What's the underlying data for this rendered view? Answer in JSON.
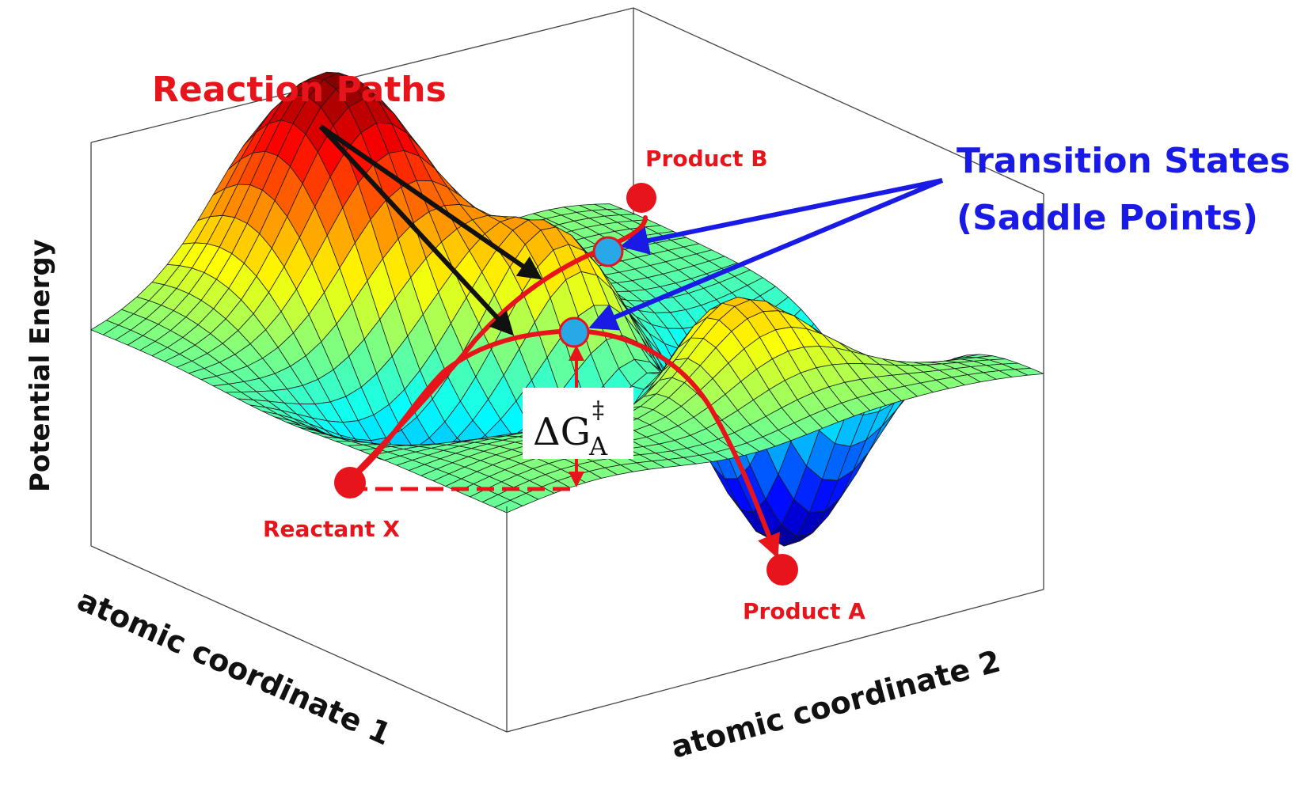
{
  "labels": {
    "reaction_paths": "Reaction Paths",
    "product_b": "Product B",
    "product_a": "Product A",
    "reactant_x": "Reactant X",
    "transition_states_line1": "Transition States",
    "transition_states_line2": "(Saddle Points)",
    "y_axis": "Potential Energy",
    "x_axis_1": "atomic coordinate 1",
    "x_axis_2": "atomic coordinate 2",
    "delta_g_main": "ΔG",
    "delta_g_sup": "‡",
    "delta_g_sub": "A"
  },
  "colors": {
    "path": "#e8141c",
    "transition_state_fill": "#29a8e8",
    "arrow_blue": "#1a1ae6",
    "arrow_black": "#111111",
    "box_lines": "#444444"
  },
  "surface_colormap": "jet"
}
